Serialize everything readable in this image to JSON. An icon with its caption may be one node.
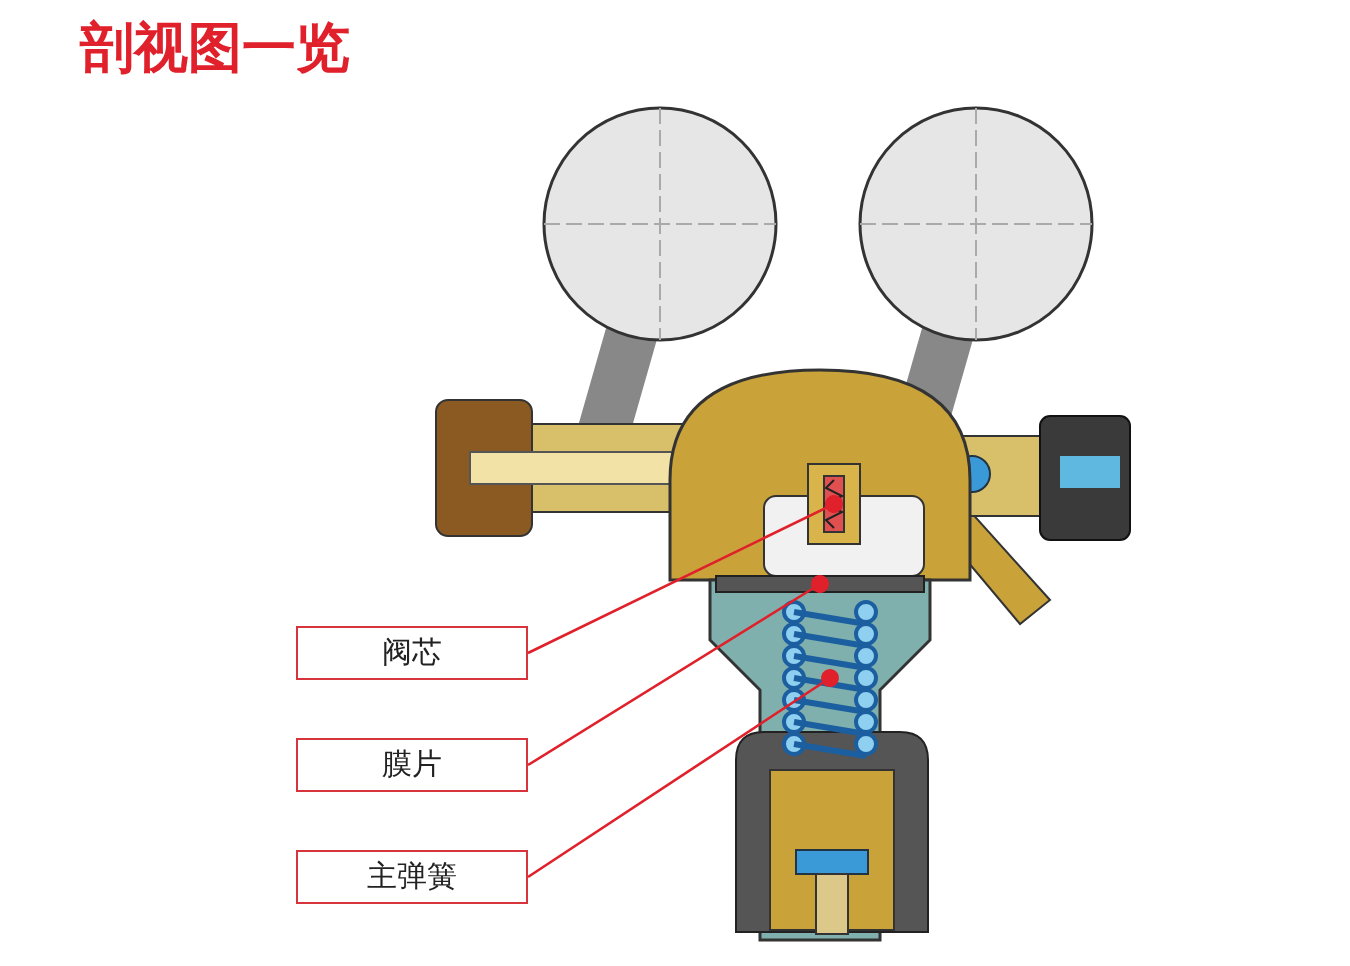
{
  "diagram": {
    "title": "剖视图一览",
    "nodes": [
      {
        "text": [
          "阀芯"
        ]
      },
      {
        "text": [
          "膜片"
        ]
      },
      {
        "text": [
          "主弹簧"
        ]
      },
      {
        "text": [],
        "shape": "picture"
      },
      {
        "text": [],
        "shape": "bar"
      },
      {
        "text": [],
        "shape": "picture"
      }
    ],
    "edges": [
      {
        "from": 0,
        "to": 3,
        "arrow": "other",
        "color": "#e0202a"
      },
      {
        "from": 1,
        "to": 4,
        "arrow": "other",
        "color": "#e0202a"
      },
      {
        "from": 2,
        "to": 5,
        "arrow": "other",
        "color": "#e0202a"
      }
    ]
  }
}
